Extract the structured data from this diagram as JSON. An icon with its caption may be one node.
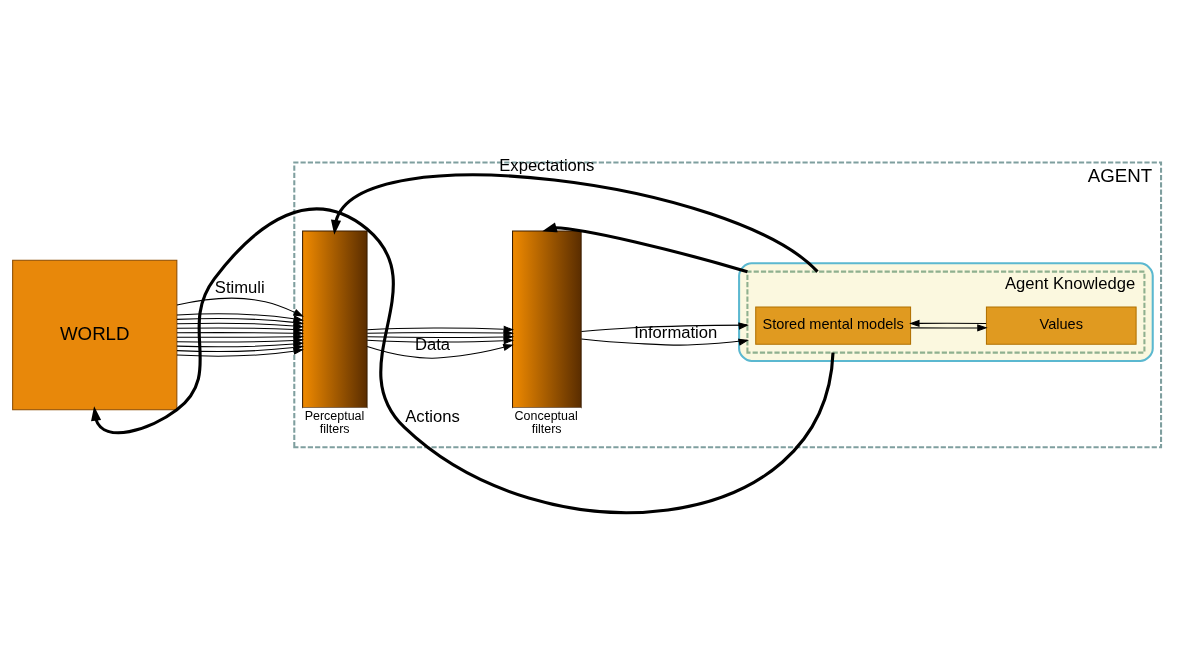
{
  "diagram": {
    "nodes": [
      {
        "text": [
          "AGENT"
        ]
      },
      {
        "text": [
          "WORLD"
        ]
      },
      {
        "text": [],
        "shape": "bar",
        "beside": [
          "Perceptual filters"
        ],
        "in": 0
      },
      {
        "text": [],
        "shape": "bar",
        "beside": [
          "Conceptual filters"
        ],
        "in": 0
      },
      {
        "text": [],
        "shape": "ellipse",
        "in": 0
      },
      {
        "text": [
          "Agent Knowledge"
        ],
        "in": 4
      },
      {
        "text": [
          "Stored mental models"
        ],
        "in": 5
      },
      {
        "text": [
          "Values"
        ],
        "in": 5
      }
    ],
    "edges": [
      {
        "from": 1,
        "to": 2,
        "arrow": "to",
        "label": "Stimuli"
      },
      {
        "from": 1,
        "to": 2,
        "arrow": "to"
      },
      {
        "from": 1,
        "to": 2,
        "arrow": "to"
      },
      {
        "from": 1,
        "to": 2,
        "arrow": "to"
      },
      {
        "from": 1,
        "to": 2,
        "arrow": "to"
      },
      {
        "from": 1,
        "to": 2,
        "arrow": "to"
      },
      {
        "from": 1,
        "to": 2,
        "arrow": "to"
      },
      {
        "from": 1,
        "to": 2,
        "arrow": "to"
      },
      {
        "from": 1,
        "to": 2,
        "arrow": "to"
      },
      {
        "from": 1,
        "to": 2,
        "arrow": "to"
      },
      {
        "from": 1,
        "to": 2,
        "arrow": "to"
      },
      {
        "from": 2,
        "to": 3,
        "arrow": "to",
        "label": "Data"
      },
      {
        "from": 2,
        "to": 3,
        "arrow": "to"
      },
      {
        "from": 2,
        "to": 3,
        "arrow": "to"
      },
      {
        "from": 2,
        "to": 3,
        "arrow": "to"
      },
      {
        "from": 2,
        "to": 3,
        "arrow": "to"
      },
      {
        "from": 3,
        "to": 5,
        "arrow": "to",
        "label": "Information"
      },
      {
        "from": 3,
        "to": 5,
        "arrow": "to"
      },
      {
        "from": 6,
        "to": 7,
        "arrow": "to"
      },
      {
        "from": 7,
        "to": 6,
        "arrow": "to"
      },
      {
        "from": 5,
        "to": 2,
        "arrow": "to",
        "label": "Expectations",
        "style": "thick"
      },
      {
        "from": 5,
        "to": 3,
        "arrow": "to",
        "style": "thick"
      },
      {
        "from": 5,
        "to": 1,
        "arrow": "to",
        "label": "Actions",
        "style": "thick"
      }
    ]
  }
}
